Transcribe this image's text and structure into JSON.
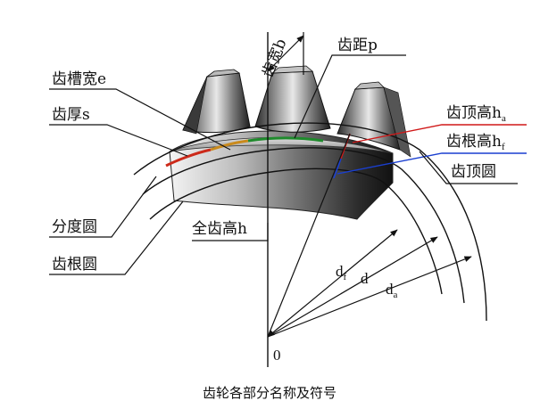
{
  "caption": "齿轮各部分名称及符号",
  "labels": {
    "tooth_width": "齿宽b",
    "pitch": "齿距p",
    "space_width": "齿槽宽e",
    "tooth_thickness": "齿厚s",
    "addendum_prefix": "齿顶高h",
    "addendum_sub": "a",
    "dedendum_prefix": "齿根高h",
    "dedendum_sub": "f",
    "tip_circle": "齿顶圆",
    "pitch_circle": "分度圆",
    "root_circle": "齿根圆",
    "whole_depth": "全齿高h",
    "center": "0"
  },
  "diameters": {
    "df_main": "d",
    "df_sub": "f",
    "d": "d",
    "da_main": "d",
    "da_sub": "a"
  },
  "colors": {
    "addendum_line": "#d01818",
    "dedendum_line": "#1a3fd0",
    "pitch_arc_red": "#cc2a1a",
    "pitch_arc_orange": "#c98a1c",
    "pitch_arc_green": "#1f8a2c",
    "outline": "#111111"
  }
}
